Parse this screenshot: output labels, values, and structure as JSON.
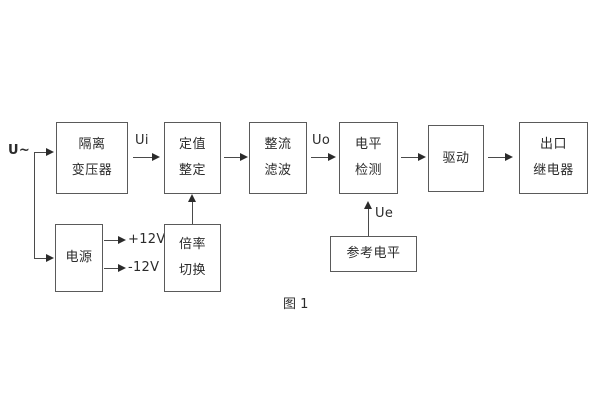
{
  "diagram": {
    "caption": "图 1",
    "background": "#ffffff",
    "line_color": "#5a5a5a",
    "text_color": "#2b2b2b",
    "blocks": [
      {
        "id": "isolation-transformer",
        "lines": [
          "隔离",
          "变压器"
        ]
      },
      {
        "id": "setting-value",
        "lines": [
          "定值",
          "整定"
        ]
      },
      {
        "id": "rectify-filter",
        "lines": [
          "整流",
          "滤波"
        ]
      },
      {
        "id": "level-detect",
        "lines": [
          "电平",
          "检测"
        ]
      },
      {
        "id": "driver",
        "lines": [
          "驱动"
        ]
      },
      {
        "id": "output-relay",
        "lines": [
          "出口",
          "继电器"
        ]
      },
      {
        "id": "power-supply",
        "lines": [
          "电源"
        ]
      },
      {
        "id": "multiplier-switch",
        "lines": [
          "倍率",
          "切换"
        ]
      },
      {
        "id": "reference-level",
        "lines": [
          "参考电平"
        ]
      }
    ],
    "labels": {
      "input_source": "U~",
      "signal_ui": "Ui",
      "signal_uo": "Uo",
      "signal_ue": "Ue",
      "rail_positive": "+12V",
      "rail_negative": "-12V"
    }
  }
}
